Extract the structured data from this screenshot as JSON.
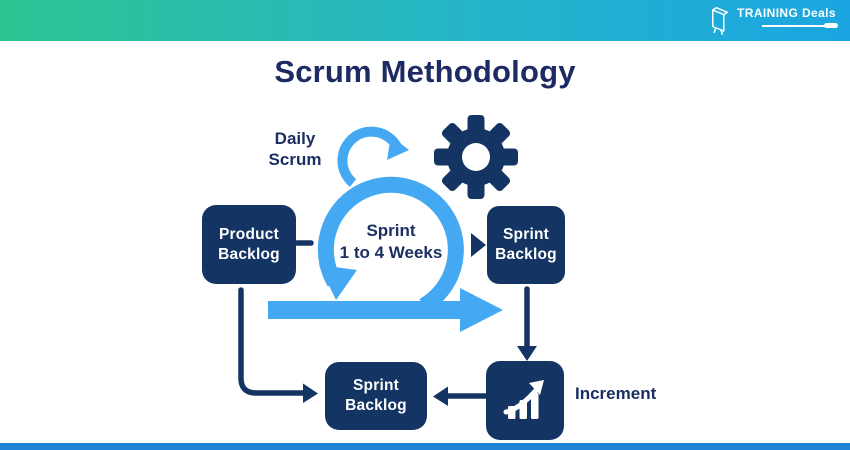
{
  "header": {
    "logo": {
      "brand_bold": "TRAINING",
      "brand_light": "Deals"
    }
  },
  "title": "Scrum Methodology",
  "diagram": {
    "daily_scrum": {
      "line1": "Daily",
      "line2": "Scrum"
    },
    "sprint_loop": {
      "line1": "Sprint",
      "line2": "1 to 4 Weeks"
    },
    "boxes": {
      "product_backlog": {
        "line1": "Product",
        "line2": "Backlog"
      },
      "sprint_backlog_right": {
        "line1": "Sprint",
        "line2": "Backlog"
      },
      "sprint_backlog_bottom": {
        "line1": "Sprint",
        "line2": "Backlog"
      }
    },
    "increment_label": "Increment"
  },
  "icons": {
    "gear": "gear-icon",
    "sprint_loop": "sprint-loop-arrow-icon",
    "daily_scrum_loop": "daily-scrum-loop-arrow-icon",
    "growth_chart": "growth-chart-icon",
    "logo_board": "logo-board-icon"
  },
  "colors": {
    "navy": "#143563",
    "title_navy": "#1e2a63",
    "light_blue": "#45a8f2",
    "header_gradient_start": "#2ec492",
    "header_gradient_end": "#1ba6e2",
    "footer_blue": "#1f84d6",
    "box_text": "#ffffff"
  }
}
